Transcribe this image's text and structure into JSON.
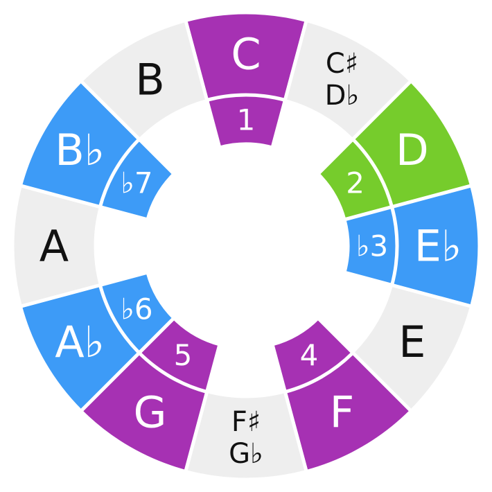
{
  "notes": [
    {
      "id": "C",
      "lines": [
        "C"
      ],
      "degree": "1",
      "color": "#a631b3",
      "text_color": "#ffffff"
    },
    {
      "id": "Db",
      "lines": [
        "C♯",
        "D♭"
      ],
      "degree": "",
      "color": "#eeeeee",
      "text_color": "#111111"
    },
    {
      "id": "D",
      "lines": [
        "D"
      ],
      "degree": "2",
      "color": "#76cc2c",
      "text_color": "#ffffff"
    },
    {
      "id": "Eb",
      "lines": [
        "E♭"
      ],
      "degree": "♭3",
      "color": "#3d9bf7",
      "text_color": "#ffffff"
    },
    {
      "id": "E",
      "lines": [
        "E"
      ],
      "degree": "",
      "color": "#eeeeee",
      "text_color": "#111111"
    },
    {
      "id": "F",
      "lines": [
        "F"
      ],
      "degree": "4",
      "color": "#a631b3",
      "text_color": "#ffffff"
    },
    {
      "id": "Gb",
      "lines": [
        "F♯",
        "G♭"
      ],
      "degree": "",
      "color": "#eeeeee",
      "text_color": "#111111"
    },
    {
      "id": "G",
      "lines": [
        "G"
      ],
      "degree": "5",
      "color": "#a631b3",
      "text_color": "#ffffff"
    },
    {
      "id": "Ab",
      "lines": [
        "A♭"
      ],
      "degree": "♭6",
      "color": "#3d9bf7",
      "text_color": "#ffffff"
    },
    {
      "id": "A",
      "lines": [
        "A"
      ],
      "degree": "",
      "color": "#eeeeee",
      "text_color": "#111111"
    },
    {
      "id": "Bb",
      "lines": [
        "B♭"
      ],
      "degree": "♭7",
      "color": "#3d9bf7",
      "text_color": "#ffffff"
    },
    {
      "id": "B",
      "lines": [
        "B"
      ],
      "degree": "",
      "color": "#eeeeee",
      "text_color": "#111111"
    }
  ]
}
